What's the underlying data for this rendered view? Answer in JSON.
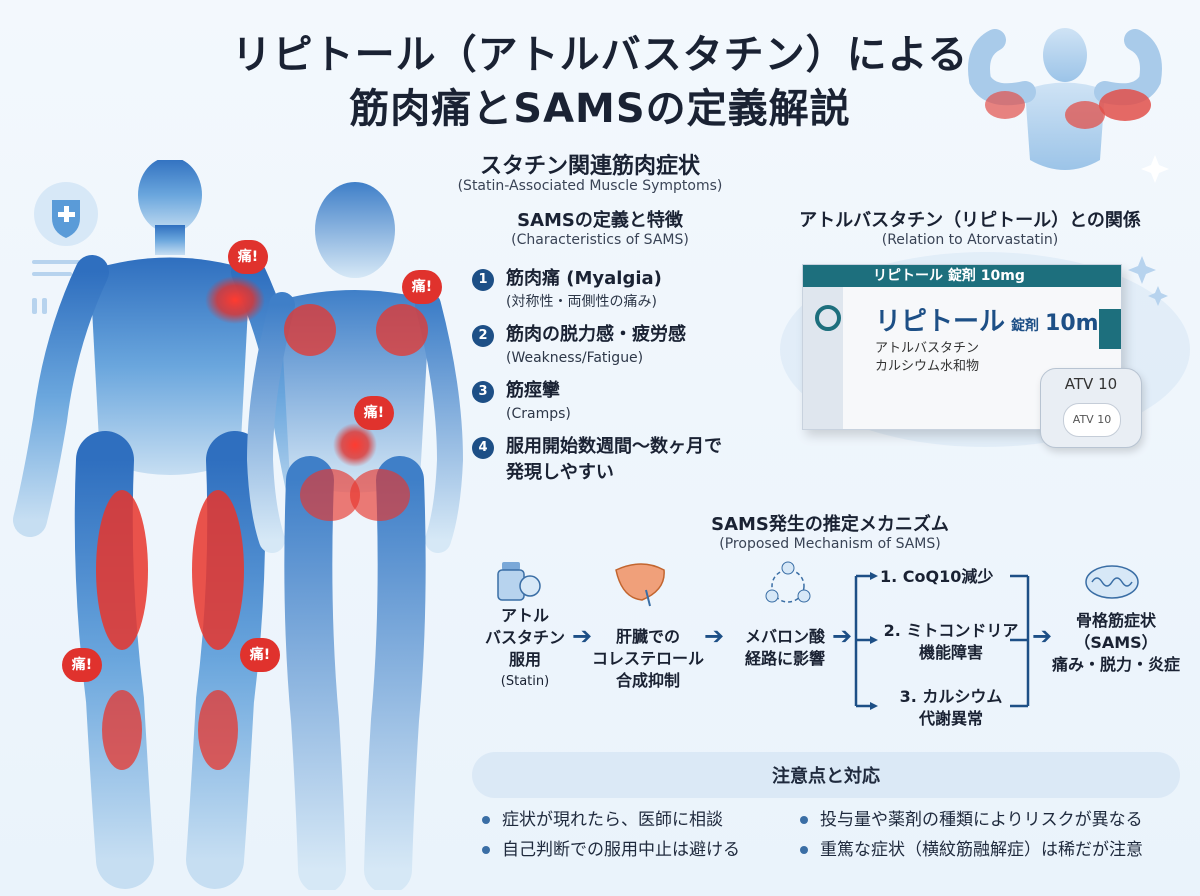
{
  "title_line1": "リピトール（アトルバスタチン）による",
  "title_line2": "筋肉痛とSAMSの定義解説",
  "sams_heading": "スタチン関連筋肉症状",
  "sams_heading_en": "(Statin-Associated Muscle Symptoms)",
  "definition": {
    "heading": "SAMSの定義と特徴",
    "heading_en": "(Characteristics of SAMS)",
    "items": [
      {
        "num": "1",
        "main": "筋肉痛 (Myalgia)",
        "sub": "(対称性・両側性の痛み)"
      },
      {
        "num": "2",
        "main": "筋肉の脱力感・疲労感",
        "sub": "(Weakness/Fatigue)"
      },
      {
        "num": "3",
        "main": "筋痙攣",
        "sub": "(Cramps)"
      },
      {
        "num": "4",
        "main": "服用開始数週間～数ヶ月で",
        "sub": "発現しやすい"
      }
    ]
  },
  "relation": {
    "heading": "アトルバスタチン（リピトール）との関係",
    "heading_en": "(Relation to Atorvastatin)"
  },
  "drug_box": {
    "top_label": "リピトール 錠剤 10mg",
    "brand": "リピトール",
    "form": "錠剤",
    "dose": "10mg",
    "line1": "アトルバスタチン",
    "line2": "カルシウム水和物",
    "tablet_code": "ATV 10",
    "tablet_code_small": "ATV 10",
    "accent_color": "#1d6f7d"
  },
  "mechanism": {
    "heading": "SAMS発生の推定メカニズム",
    "heading_en": "(Proposed Mechanism of SAMS)",
    "step1_l1": "アトル",
    "step1_l2": "バスタチン",
    "step1_l3": "服用",
    "step1_en": "(Statin)",
    "step2_l1": "肝臓での",
    "step2_l2": "コレステロール",
    "step2_l3": "合成抑制",
    "step3_l1": "メバロン酸",
    "step3_l2": "経路に影響",
    "branch1": "1. CoQ10減少",
    "branch2_l1": "2. ミトコンドリア",
    "branch2_l2": "機能障害",
    "branch3_l1": "3. カルシウム",
    "branch3_l2": "代謝異常",
    "result_l1": "骨格筋症状",
    "result_l2": "（SAMS）",
    "result_l3": "痛み・脱力・炎症",
    "arrow": "➔"
  },
  "caution": {
    "heading": "注意点と対応",
    "items": [
      "症状が現れたら、医師に相談",
      "投与量や薬剤の種類によりリスクが異なる",
      "自己判断での服用中止は避ける",
      "重篤な症状（横紋筋融解症）は稀だが注意"
    ]
  },
  "pain_label": "痛!",
  "icons": [
    "medical-shield-icon",
    "flexing-athlete-icon",
    "pill-bottle-icon",
    "liver-icon",
    "molecule-cycle-icon",
    "mitochondria-icon"
  ],
  "colors": {
    "navy": "#1d4f86",
    "muscle_red": "#e0322d",
    "body_blue": "#4d8fd1"
  }
}
